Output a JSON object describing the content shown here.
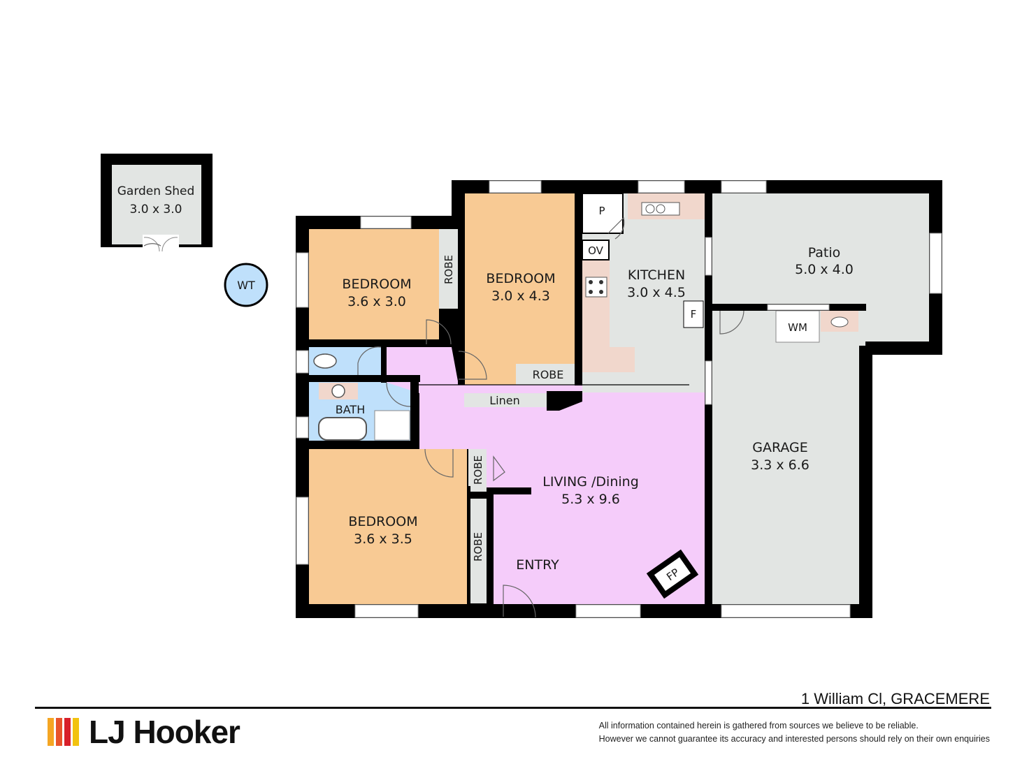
{
  "colors": {
    "wall": "#000000",
    "bedroom": "#f8ca94",
    "living": "#f5ccfa",
    "bath": "#bfe0fb",
    "utility": "#e2e5e3",
    "bench": "#f1d7cc",
    "tank": "#bfe0fb",
    "logo_bars": [
      "#f5a623",
      "#e8542a",
      "#d81f2a",
      "#f2c20f"
    ]
  },
  "plan": {
    "garden_shed": {
      "name": "Garden Shed",
      "size": "3.0 x 3.0"
    },
    "water_tank": "WT",
    "bedroom_1": {
      "name": "BEDROOM",
      "size": "3.6 x 3.0"
    },
    "bedroom_2": {
      "name": "BEDROOM",
      "size": "3.0 x 4.3"
    },
    "bedroom_3": {
      "name": "BEDROOM",
      "size": "3.6 x 3.5"
    },
    "kitchen": {
      "name": "KITCHEN",
      "size": "3.0 x 4.5"
    },
    "patio": {
      "name": "Patio",
      "size": "5.0 x 4.0"
    },
    "garage": {
      "name": "GARAGE",
      "size": "3.3 x 6.6"
    },
    "living": {
      "name": "LIVING /Dining",
      "size": "5.3 x 9.6"
    },
    "entry": "ENTRY",
    "bath": "BATH",
    "linen": "Linen",
    "robe": "ROBE",
    "pantry": "P",
    "oven": "OV",
    "fridge": "F",
    "washing_machine": "WM",
    "fireplace": "FP"
  },
  "footer": {
    "address": "1 William Cl, GRACEMERE",
    "brand": "LJ Hooker",
    "disclaimer_line1": "All information contained herein is gathered from sources we believe to be reliable.",
    "disclaimer_line2": "However we cannot guarantee its accuracy and interested persons should rely on their own enquiries"
  }
}
